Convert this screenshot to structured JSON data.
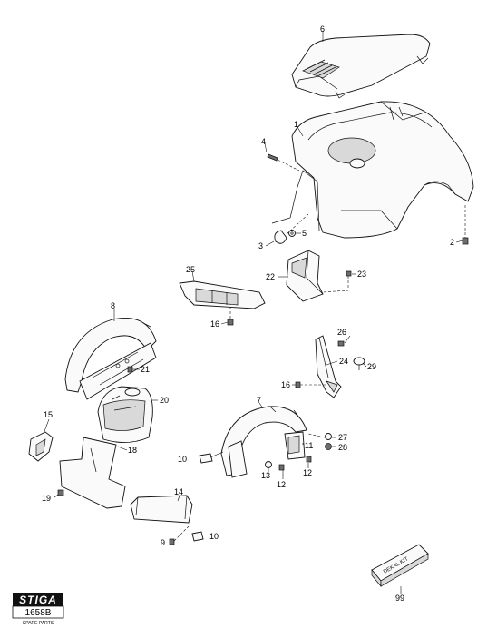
{
  "callouts": {
    "c1": "1",
    "c2": "2",
    "c3": "3",
    "c4": "4",
    "c5": "5",
    "c6": "6",
    "c7": "7",
    "c8": "8",
    "c9": "9",
    "c10a": "10",
    "c10b": "10",
    "c11": "11",
    "c12a": "12",
    "c12b": "12",
    "c13": "13",
    "c14": "14",
    "c15": "15",
    "c16a": "16",
    "c16b": "16",
    "c18": "18",
    "c19": "19",
    "c20": "20",
    "c21": "21",
    "c22": "22",
    "c23": "23",
    "c24": "24",
    "c25": "25",
    "c26": "26",
    "c27": "27",
    "c28": "28",
    "c29": "29",
    "c99": "99"
  },
  "decal_box_text": "DEKAL KIT",
  "brand": {
    "logo": "STIGA",
    "code": "1658B",
    "caption": "SPARE PARTS"
  }
}
